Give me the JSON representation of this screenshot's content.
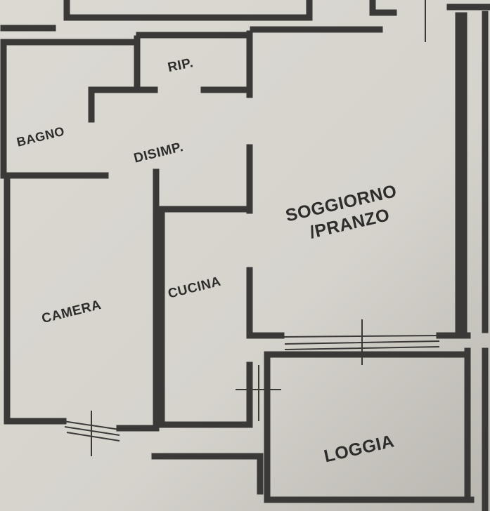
{
  "rooms": {
    "rip": "RIP.",
    "bagno": "BAGNO",
    "disimp": "DISIMP.",
    "soggiorno_line1": "SOGGIORNO",
    "soggiorno_line2": "/PRANZO",
    "camera": "CAMERA",
    "cucina": "CUCINA",
    "loggia": "LOGGIA"
  },
  "colors": {
    "paper": "#d8d5cf",
    "walls": "#3a3938"
  }
}
